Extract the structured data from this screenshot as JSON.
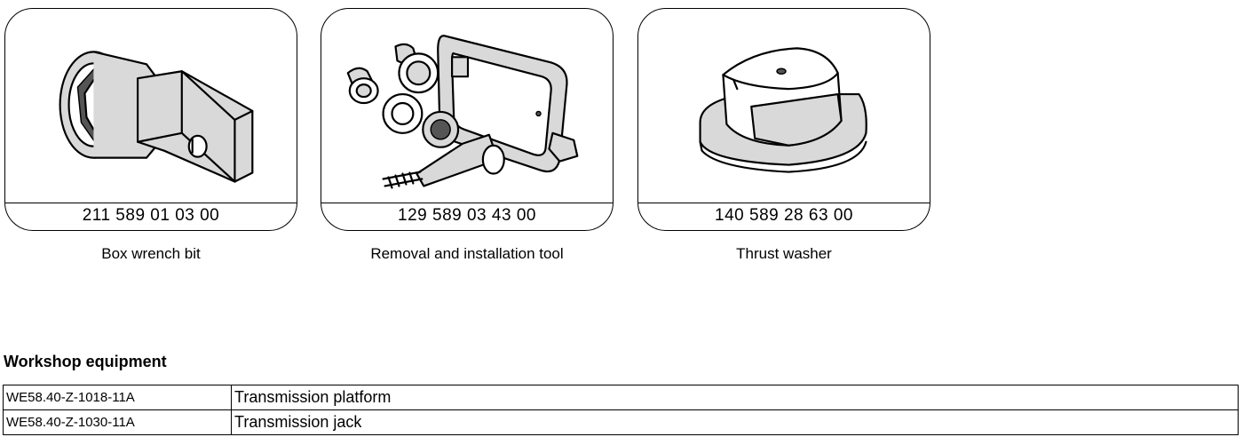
{
  "tools": [
    {
      "part_number": "211 589 01 03 00",
      "caption": "Box wrench bit"
    },
    {
      "part_number": "129 589 03 43 00",
      "caption": "Removal and installation tool"
    },
    {
      "part_number": "140 589 28 63 00",
      "caption": "Thrust washer"
    }
  ],
  "workshop": {
    "title": "Workshop equipment",
    "rows": [
      {
        "code": "WE58.40-Z-1018-11A",
        "description": "Transmission platform"
      },
      {
        "code": "WE58.40-Z-1030-11A",
        "description": "Transmission jack"
      }
    ]
  }
}
